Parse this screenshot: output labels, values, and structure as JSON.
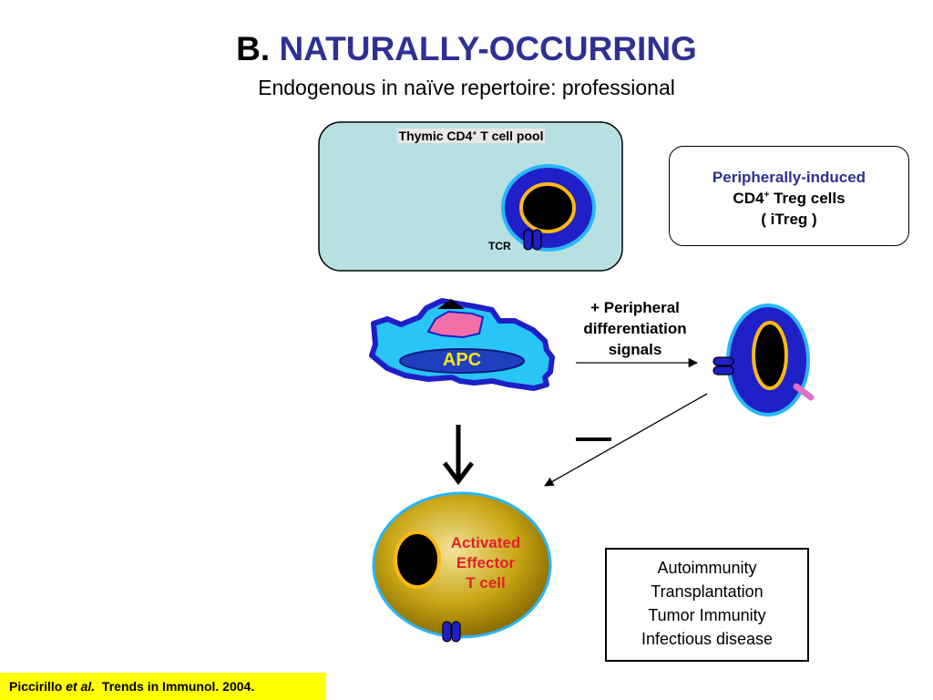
{
  "title": {
    "prefix": "B.",
    "main": "NATURALLY-OCCURRING"
  },
  "subtitle": "Endogenous in naïve repertoire: professional",
  "thymic_pool": {
    "label_main": "Thymic CD4",
    "label_sup": "+",
    "label_rest": " T cell pool",
    "tcr_label": "TCR"
  },
  "itreg": {
    "line1": "Peripherally-induced",
    "line2_main": "CD4",
    "line2_sup": "+",
    "line2_rest": " Treg cells",
    "line3": "( iTreg )"
  },
  "signals": {
    "line1": "+ Peripheral",
    "line2": "differentiation",
    "line3": "signals"
  },
  "apc_label": "APC",
  "effector": {
    "line1": "Activated",
    "line2": "Effector",
    "line3": "T cell"
  },
  "outcomes": [
    "Autoimmunity",
    "Transplantation",
    "Tumor Immunity",
    "Infectious disease"
  ],
  "citation": {
    "author": "Piccirillo ",
    "etal": "et al.",
    "journal": "  Trends in Immunol. 2004."
  },
  "colors": {
    "title_accent": "#2e3192",
    "pool_fill": "#b7e0e3",
    "cell_outer": "#1f1fc8",
    "cell_rim": "#29b6f6",
    "nucleus_ring": "#fcb813",
    "apc_fill": "#29c5f6",
    "effector_gold": "#b8960c",
    "effector_text": "#e0202a",
    "citation_bg": "#ffff00"
  }
}
